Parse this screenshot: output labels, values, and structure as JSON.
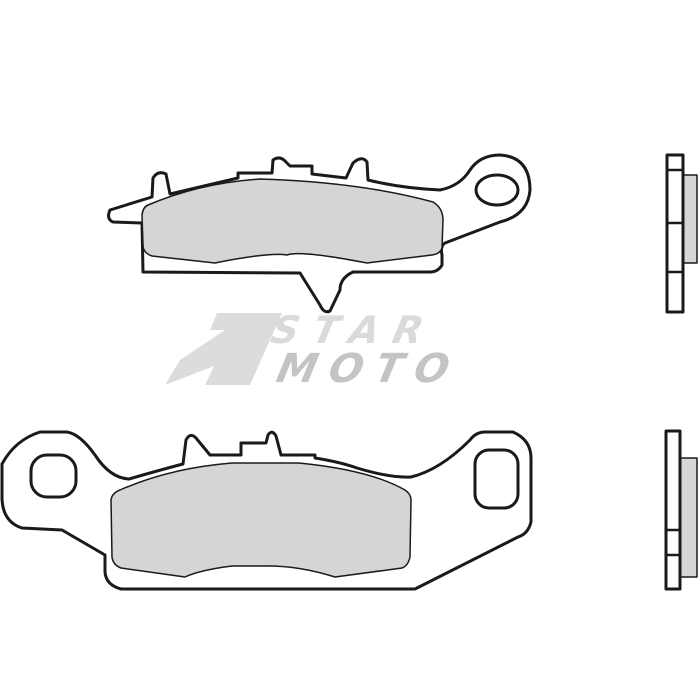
{
  "logo": {
    "line1": "STAR",
    "line2": "MOTO",
    "mark": "7",
    "colors": {
      "mark": "#dcdcdc",
      "line1": "#dadada",
      "line2": "#c4c4c4"
    }
  },
  "colors": {
    "outline": "#1a1a1a",
    "friction_material": "#d4d5d6",
    "background": "#ffffff"
  }
}
